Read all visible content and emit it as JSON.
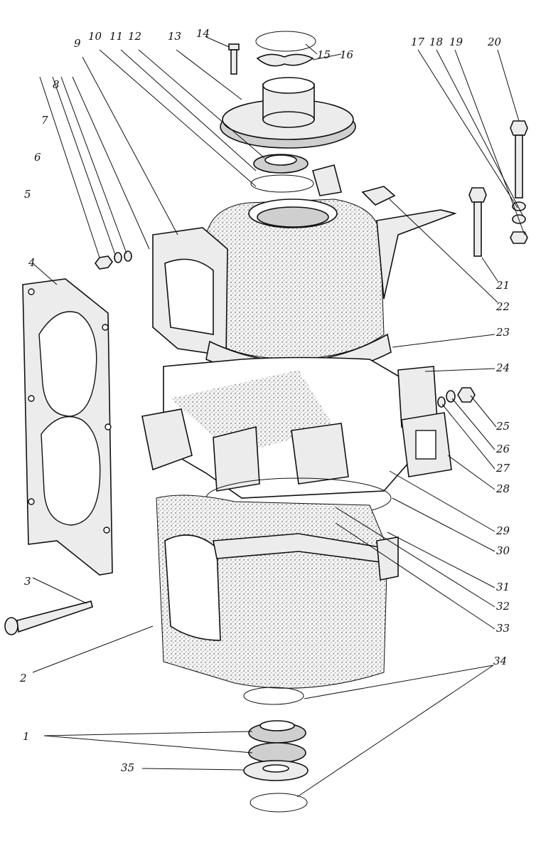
{
  "callouts": [
    {
      "id": "1",
      "label": "1"
    },
    {
      "id": "2",
      "label": "2"
    },
    {
      "id": "3",
      "label": "3"
    },
    {
      "id": "4",
      "label": "4"
    },
    {
      "id": "5",
      "label": "5"
    },
    {
      "id": "6",
      "label": "6"
    },
    {
      "id": "7",
      "label": "7"
    },
    {
      "id": "8",
      "label": "8"
    },
    {
      "id": "9",
      "label": "9"
    },
    {
      "id": "10",
      "label": "10"
    },
    {
      "id": "11",
      "label": "11"
    },
    {
      "id": "12",
      "label": "12"
    },
    {
      "id": "13",
      "label": "13"
    },
    {
      "id": "14",
      "label": "14"
    },
    {
      "id": "15",
      "label": "15"
    },
    {
      "id": "16",
      "label": "16"
    },
    {
      "id": "17",
      "label": "17"
    },
    {
      "id": "18",
      "label": "18"
    },
    {
      "id": "19",
      "label": "19"
    },
    {
      "id": "20",
      "label": "20"
    },
    {
      "id": "21",
      "label": "21"
    },
    {
      "id": "22",
      "label": "22"
    },
    {
      "id": "23",
      "label": "23"
    },
    {
      "id": "24",
      "label": "24"
    },
    {
      "id": "25",
      "label": "25"
    },
    {
      "id": "26",
      "label": "26"
    },
    {
      "id": "27",
      "label": "27"
    },
    {
      "id": "28",
      "label": "28"
    },
    {
      "id": "29",
      "label": "29"
    },
    {
      "id": "30",
      "label": "30"
    },
    {
      "id": "31",
      "label": "31"
    },
    {
      "id": "32",
      "label": "32"
    },
    {
      "id": "33",
      "label": "33"
    },
    {
      "id": "34",
      "label": "34"
    },
    {
      "id": "35",
      "label": "35"
    }
  ],
  "colors": {
    "ink": "#111111",
    "paper": "#ffffff",
    "metal": "#ececec",
    "metal_dark": "#cfcfcf"
  }
}
